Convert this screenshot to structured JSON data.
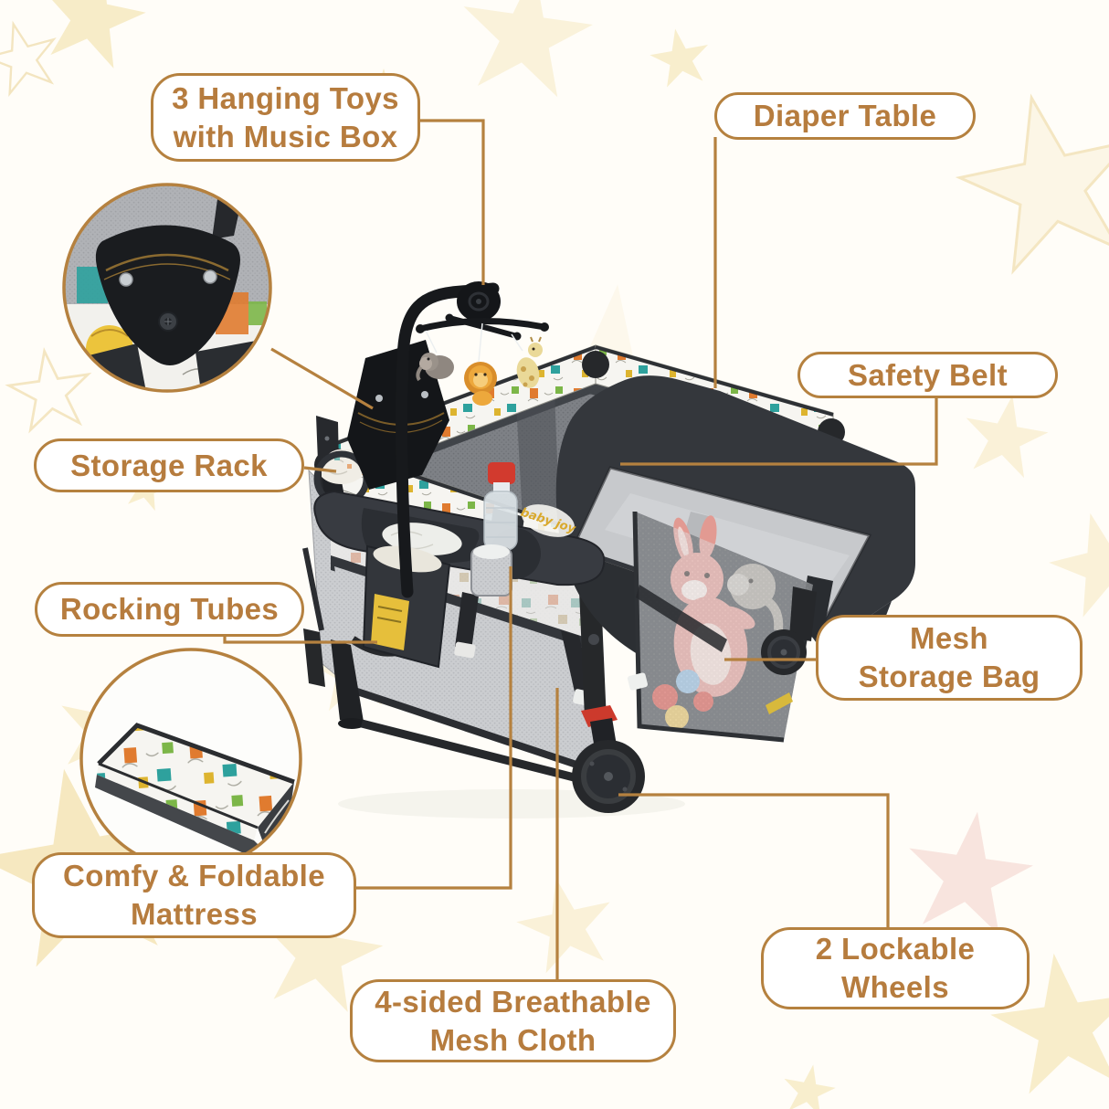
{
  "callouts": {
    "hanging_toys": {
      "lines": [
        "3 Hanging Toys",
        "with Music Box"
      ]
    },
    "diaper_table": {
      "lines": [
        "Diaper Table"
      ]
    },
    "safety_belt": {
      "lines": [
        "Safety Belt"
      ]
    },
    "storage_rack": {
      "lines": [
        "Storage Rack"
      ]
    },
    "rocking_tubes": {
      "lines": [
        "Rocking Tubes"
      ]
    },
    "comfy_mattress": {
      "lines": [
        "Comfy & Foldable",
        "Mattress"
      ]
    },
    "mesh_cloth": {
      "lines": [
        "4-sided Breathable",
        "Mesh Cloth"
      ]
    },
    "lockable_wheels": {
      "lines": [
        "2 Lockable",
        "Wheels"
      ]
    },
    "mesh_bag": {
      "lines": [
        "Mesh",
        "Storage Bag"
      ]
    }
  },
  "product": {
    "brand": "baby joy"
  },
  "colors": {
    "accent": "#b5813f",
    "label_text": "#b67c3e",
    "label_bg": "#ffffff",
    "background": "#fffdf8",
    "playard_dark": "#2c2f33",
    "mesh_gray": "#c7c9cc",
    "wheel_lock_red": "#cc3a2c",
    "star_yellow": "#f7ecc8",
    "star_pink": "#f8e4de",
    "fabric_orange": "#e07b2f",
    "fabric_teal": "#2ea19d",
    "fabric_green": "#7cb648",
    "fabric_yellow": "#ddb42f"
  }
}
